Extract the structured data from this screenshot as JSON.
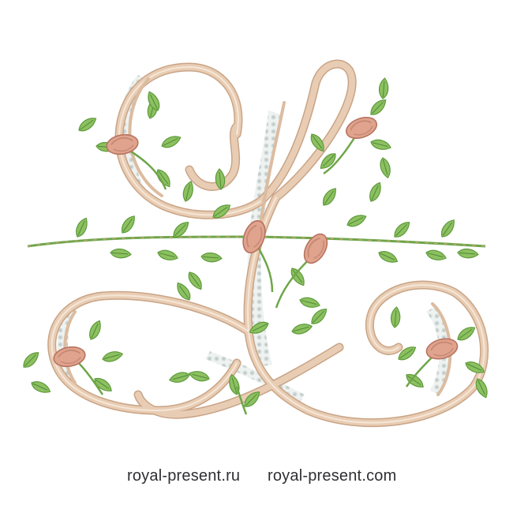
{
  "captions": {
    "left": "royal-present.ru",
    "right": "royal-present.com"
  },
  "artwork": {
    "subject": "L",
    "colors": {
      "thread_beige": "#e2c3a8",
      "thread_beige_dark": "#c9a486",
      "rosebud": "#e0a48e",
      "rosebud_dark": "#b8735f",
      "leaf": "#8cc061",
      "leaf_dark": "#4f8a33",
      "fill_dots": "#cfd8d6",
      "background": "#ffffff",
      "caption_text": "#2f2f33"
    }
  }
}
